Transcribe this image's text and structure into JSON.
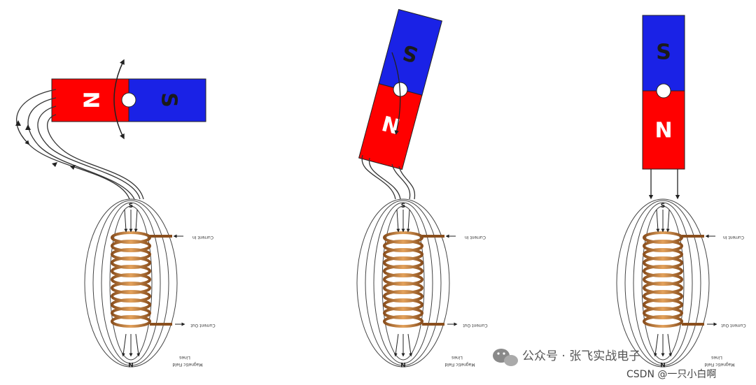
{
  "panels": [
    {
      "magnet": {
        "left_pole": "N",
        "right_pole": "S"
      },
      "coil": {
        "top_pole": "S",
        "bottom_pole": "N",
        "current_in": "Current In",
        "current_out": "Current Out",
        "field_label_1": "Magnetic Field",
        "field_label_2": "Lines"
      }
    },
    {
      "magnet": {
        "top_pole": "S",
        "bottom_pole": "N"
      },
      "coil": {
        "top_pole": "S",
        "bottom_pole": "N",
        "current_in": "Current In",
        "current_out": "Current Out",
        "field_label_1": "Magnetic Field",
        "field_label_2": "Lines"
      }
    },
    {
      "magnet": {
        "top_pole": "S",
        "bottom_pole": "N"
      },
      "coil": {
        "top_pole": "S",
        "bottom_pole": "N",
        "current_in": "Current In",
        "current_out": "Current Out",
        "field_label_1": "Magnetic Field",
        "field_label_2": "Lines"
      }
    }
  ],
  "watermark": {
    "wechat": "公众号 · 张飞实战电子",
    "csdn": "CSDN @一只小白啊"
  },
  "colors": {
    "north": "#ff0000",
    "south": "#1a22e6",
    "copper": "#b8763a",
    "lines": "#333333"
  }
}
